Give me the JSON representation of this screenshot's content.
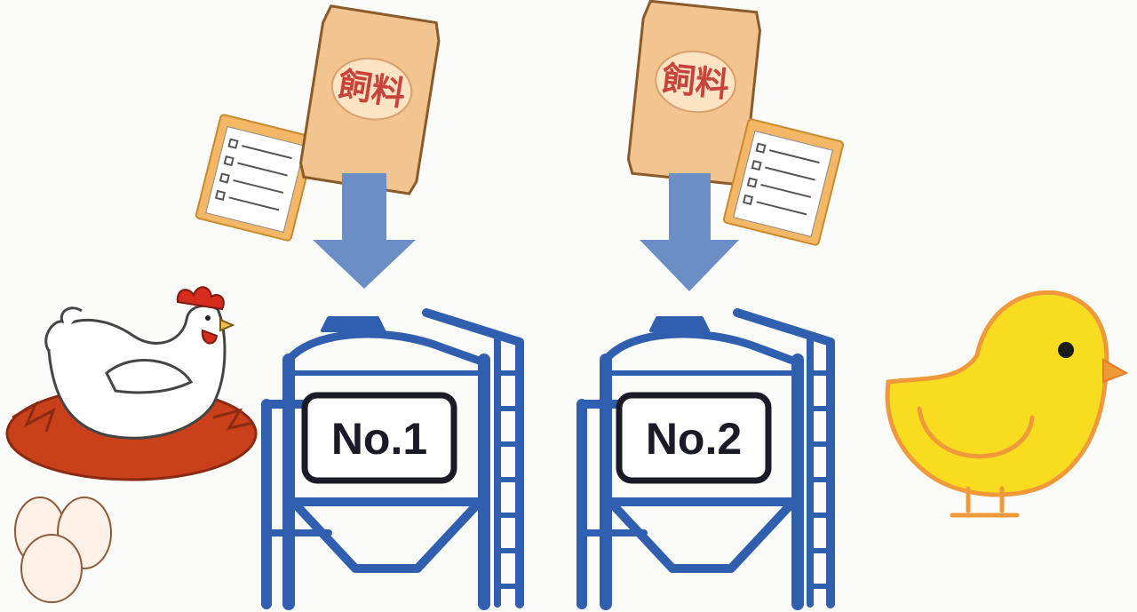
{
  "feed_bags": [
    {
      "label": "飼料"
    },
    {
      "label": "飼料"
    }
  ],
  "silos": [
    {
      "label": "No.1"
    },
    {
      "label": "No.2"
    }
  ],
  "colors": {
    "silo_blue": "#2f5fae",
    "arrow_blue": "#6b8fc4",
    "bag_tan": "#f2c48f",
    "clipboard_orange": "#f4b766",
    "hen_comb_red": "#d62c1e",
    "nest_red": "#c9401b",
    "chick_yellow": "#f8dc20",
    "chick_orange": "#f0993a"
  }
}
